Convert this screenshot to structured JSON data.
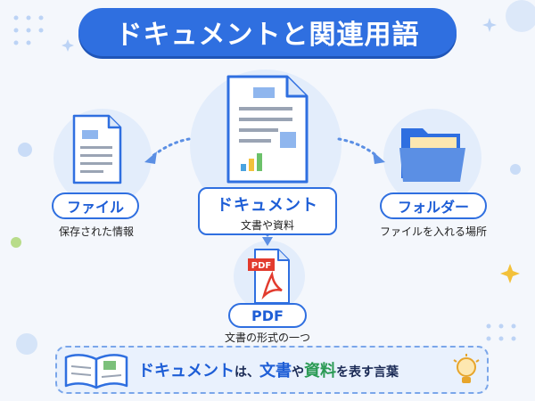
{
  "title": "ドキュメントと関連用語",
  "center": {
    "label": "ドキュメント",
    "sub": "文書や資料"
  },
  "left": {
    "label": "ファイル",
    "sub": "保存された情報"
  },
  "right": {
    "label": "フォルダー",
    "sub": "ファイルを入れる場所"
  },
  "pdf": {
    "badge": "PDF",
    "label": "PDF",
    "sub": "文書の形式の一つ"
  },
  "summary": {
    "part1": "ドキュメント",
    "part2": "は、",
    "part3": "文書",
    "part4": "や",
    "part5": "資料",
    "part6": "を表す言葉"
  },
  "colors": {
    "primary": "#2f6fe0",
    "light": "#e3edfb",
    "green": "#2a9a54",
    "pdf": "#e23b2e"
  }
}
